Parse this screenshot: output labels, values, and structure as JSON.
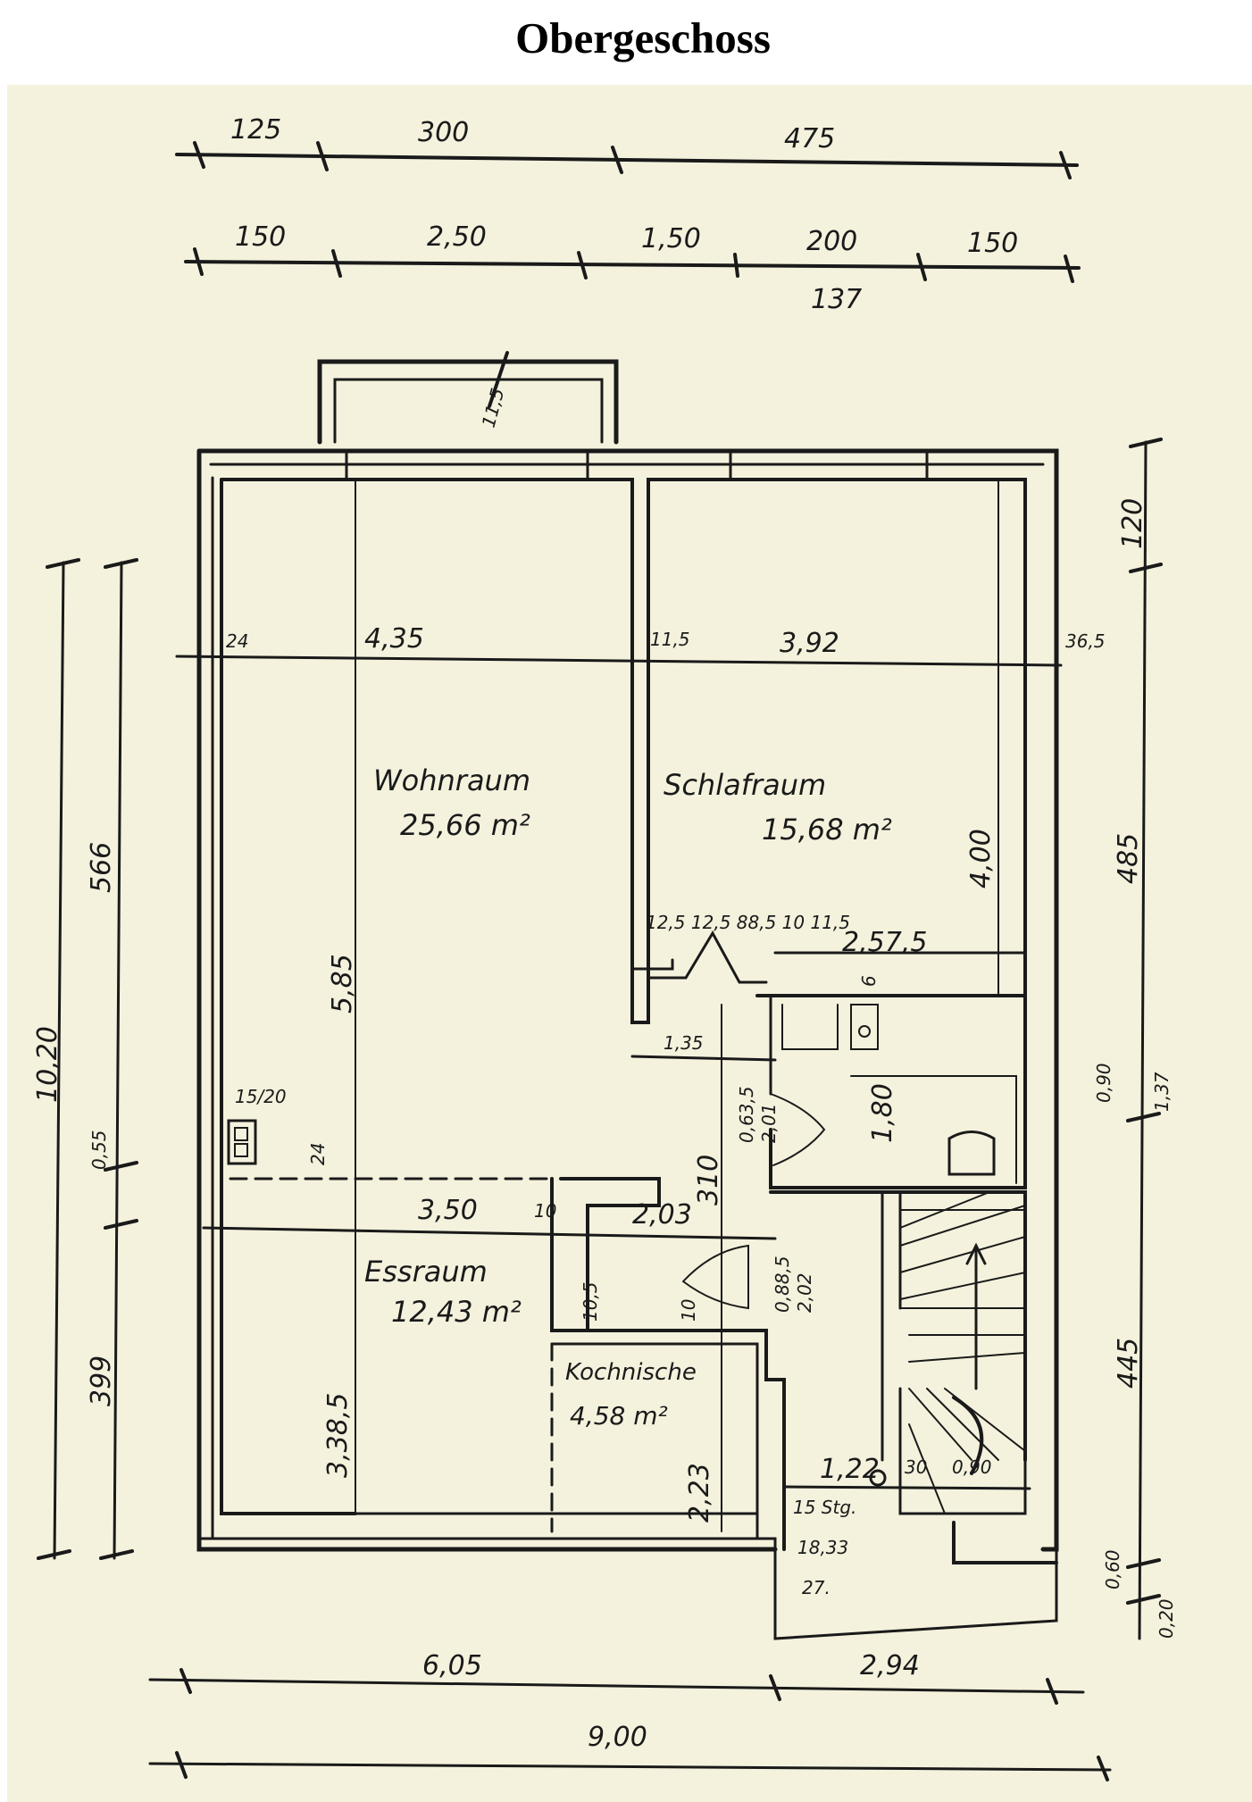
{
  "title": "Obergeschoss",
  "dimensions": {
    "top_row1": [
      "125",
      "300",
      "475"
    ],
    "top_row2": [
      "150",
      "2,50",
      "1,50",
      "200",
      "150"
    ],
    "top_row2_sub": "137",
    "balcony": "11,5",
    "left_outer": "10,20",
    "left_inner_top": "566",
    "left_inner_mid": "0,55",
    "left_inner_bottom": "399",
    "right_top": "120",
    "right_mid": "485",
    "right_090": "0,90",
    "right_137": "1,37",
    "right_bottom": "445",
    "right_060": "0,60",
    "right_020": "0,20",
    "wall_24": "24",
    "wohn_width": "4,35",
    "wall_115": "11,5",
    "schlaf_width": "3,92",
    "wall_365": "36,5",
    "schlaf_depth": "4,00",
    "wohn_depth": "5,85",
    "door_row": "12,5 12,5 88,5 10 11,5",
    "schlaf_2575": "2,57,5",
    "wall_6": "6",
    "hall_135": "1,35",
    "door_0635": "0,63,5",
    "door_201": "2,01",
    "bath_180": "1,80",
    "hall_310": "310",
    "chimney": "15/20",
    "wall_24b": "24",
    "ess_width": "3,50",
    "wall_10": "10",
    "wall_105": "10,5",
    "koch_203": "2,03",
    "wall_10b": "10",
    "door_0885": "0,88,5",
    "door_202": "2,02",
    "ess_depth": "3,38,5",
    "koch_depth": "2,23",
    "stair_122": "1,22",
    "stair_30": "30",
    "stair_090": "0,90",
    "stair_steps": "15 Stg.",
    "stair_rise": "18,33",
    "stair_run": "27.",
    "bottom_605": "6,05",
    "bottom_294": "2,94",
    "bottom_900": "9,00"
  },
  "rooms": {
    "wohnraum": {
      "name": "Wohnraum",
      "area": "25,66 m²"
    },
    "schlafraum": {
      "name": "Schlafraum",
      "area": "15,68 m²"
    },
    "essraum": {
      "name": "Essraum",
      "area": "12,43 m²"
    },
    "kochnische": {
      "name": "Kochnische",
      "area": "4,58 m²"
    }
  }
}
